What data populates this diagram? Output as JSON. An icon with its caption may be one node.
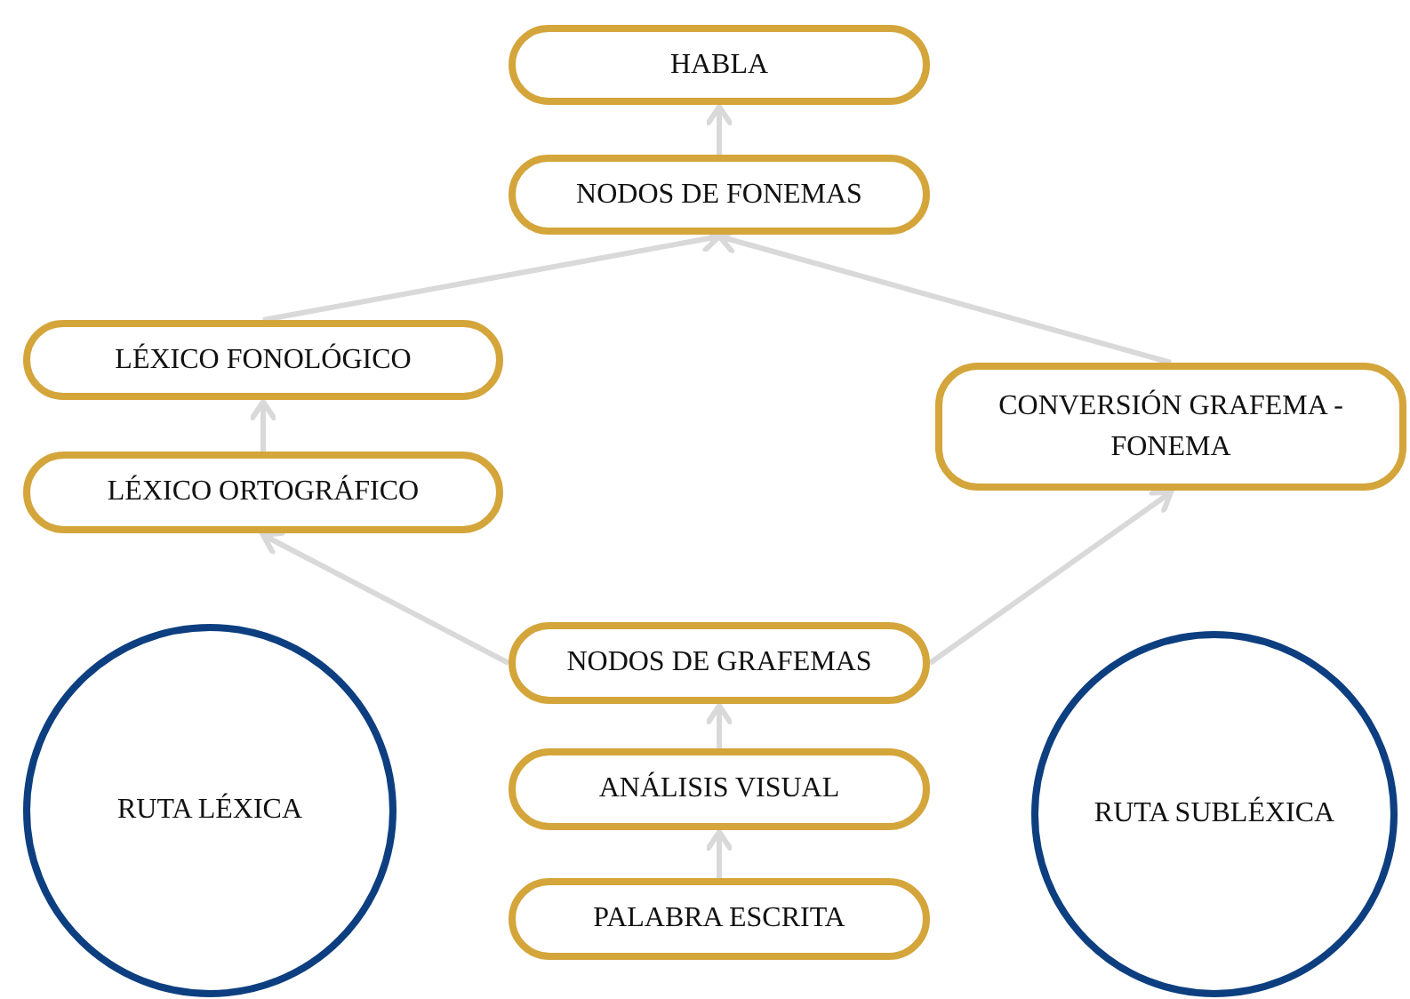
{
  "diagram": {
    "nodes": [
      {
        "text": [
          "HABLA"
        ]
      },
      {
        "text": [
          "NODOS DE FONEMAS"
        ]
      },
      {
        "text": [
          "LÉXICO FONOLÓGICO"
        ]
      },
      {
        "text": [
          "CONVERSIÓN GRAFEMA - FONEMA"
        ]
      },
      {
        "text": [
          "LÉXICO ORTOGRÁFICO"
        ]
      },
      {
        "text": [
          "NODOS DE GRAFEMAS"
        ]
      },
      {
        "text": [
          "RUTA LÉXICA"
        ]
      },
      {
        "text": [
          "ANÁLISIS VISUAL"
        ]
      },
      {
        "text": [
          "RUTA SUBLÉXICA"
        ]
      },
      {
        "text": [
          "PALABRA ESCRITA"
        ]
      }
    ],
    "edges": [
      {
        "from": 1,
        "to": 0,
        "arrow": "to"
      },
      {
        "from": 2,
        "to": 1,
        "arrow": "to"
      },
      {
        "from": 3,
        "to": 1,
        "arrow": "to"
      },
      {
        "from": 4,
        "to": 2,
        "arrow": "to"
      },
      {
        "from": 5,
        "to": 4,
        "arrow": "to"
      },
      {
        "from": 5,
        "to": 3,
        "arrow": "to"
      },
      {
        "from": 7,
        "to": 5,
        "arrow": "to"
      },
      {
        "from": 9,
        "to": 7,
        "arrow": "to"
      }
    ]
  }
}
